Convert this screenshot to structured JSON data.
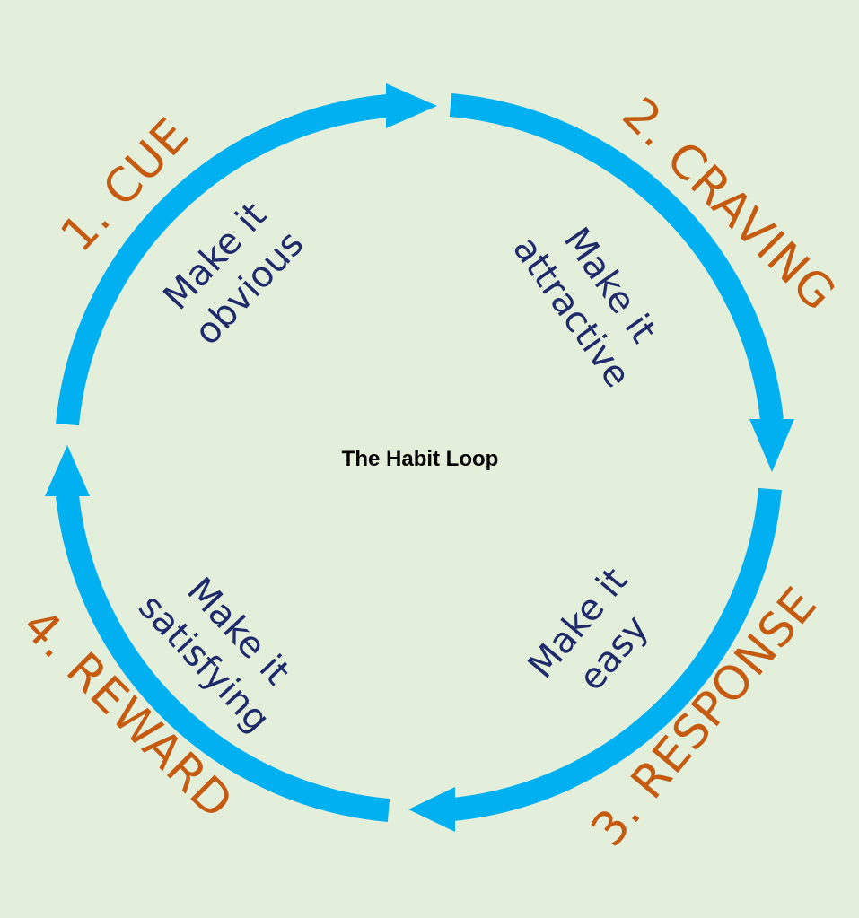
{
  "title": "The Habit Loop",
  "colors": {
    "background": "#e3efda",
    "arrow": "#00b0f0",
    "stage_label": "#c55a11",
    "action_text": "#1f2a6b"
  },
  "stages": [
    {
      "label": "1. CUE",
      "action_line1": "Make it",
      "action_line2": "obvious"
    },
    {
      "label": "2. CRAVING",
      "action_line1": "Make it",
      "action_line2": "attractive"
    },
    {
      "label": "3. RESPONSE",
      "action_line1": "Make it",
      "action_line2": "easy"
    },
    {
      "label": "4. REWARD",
      "action_line1": "Make it",
      "action_line2": "satisfying"
    }
  ]
}
